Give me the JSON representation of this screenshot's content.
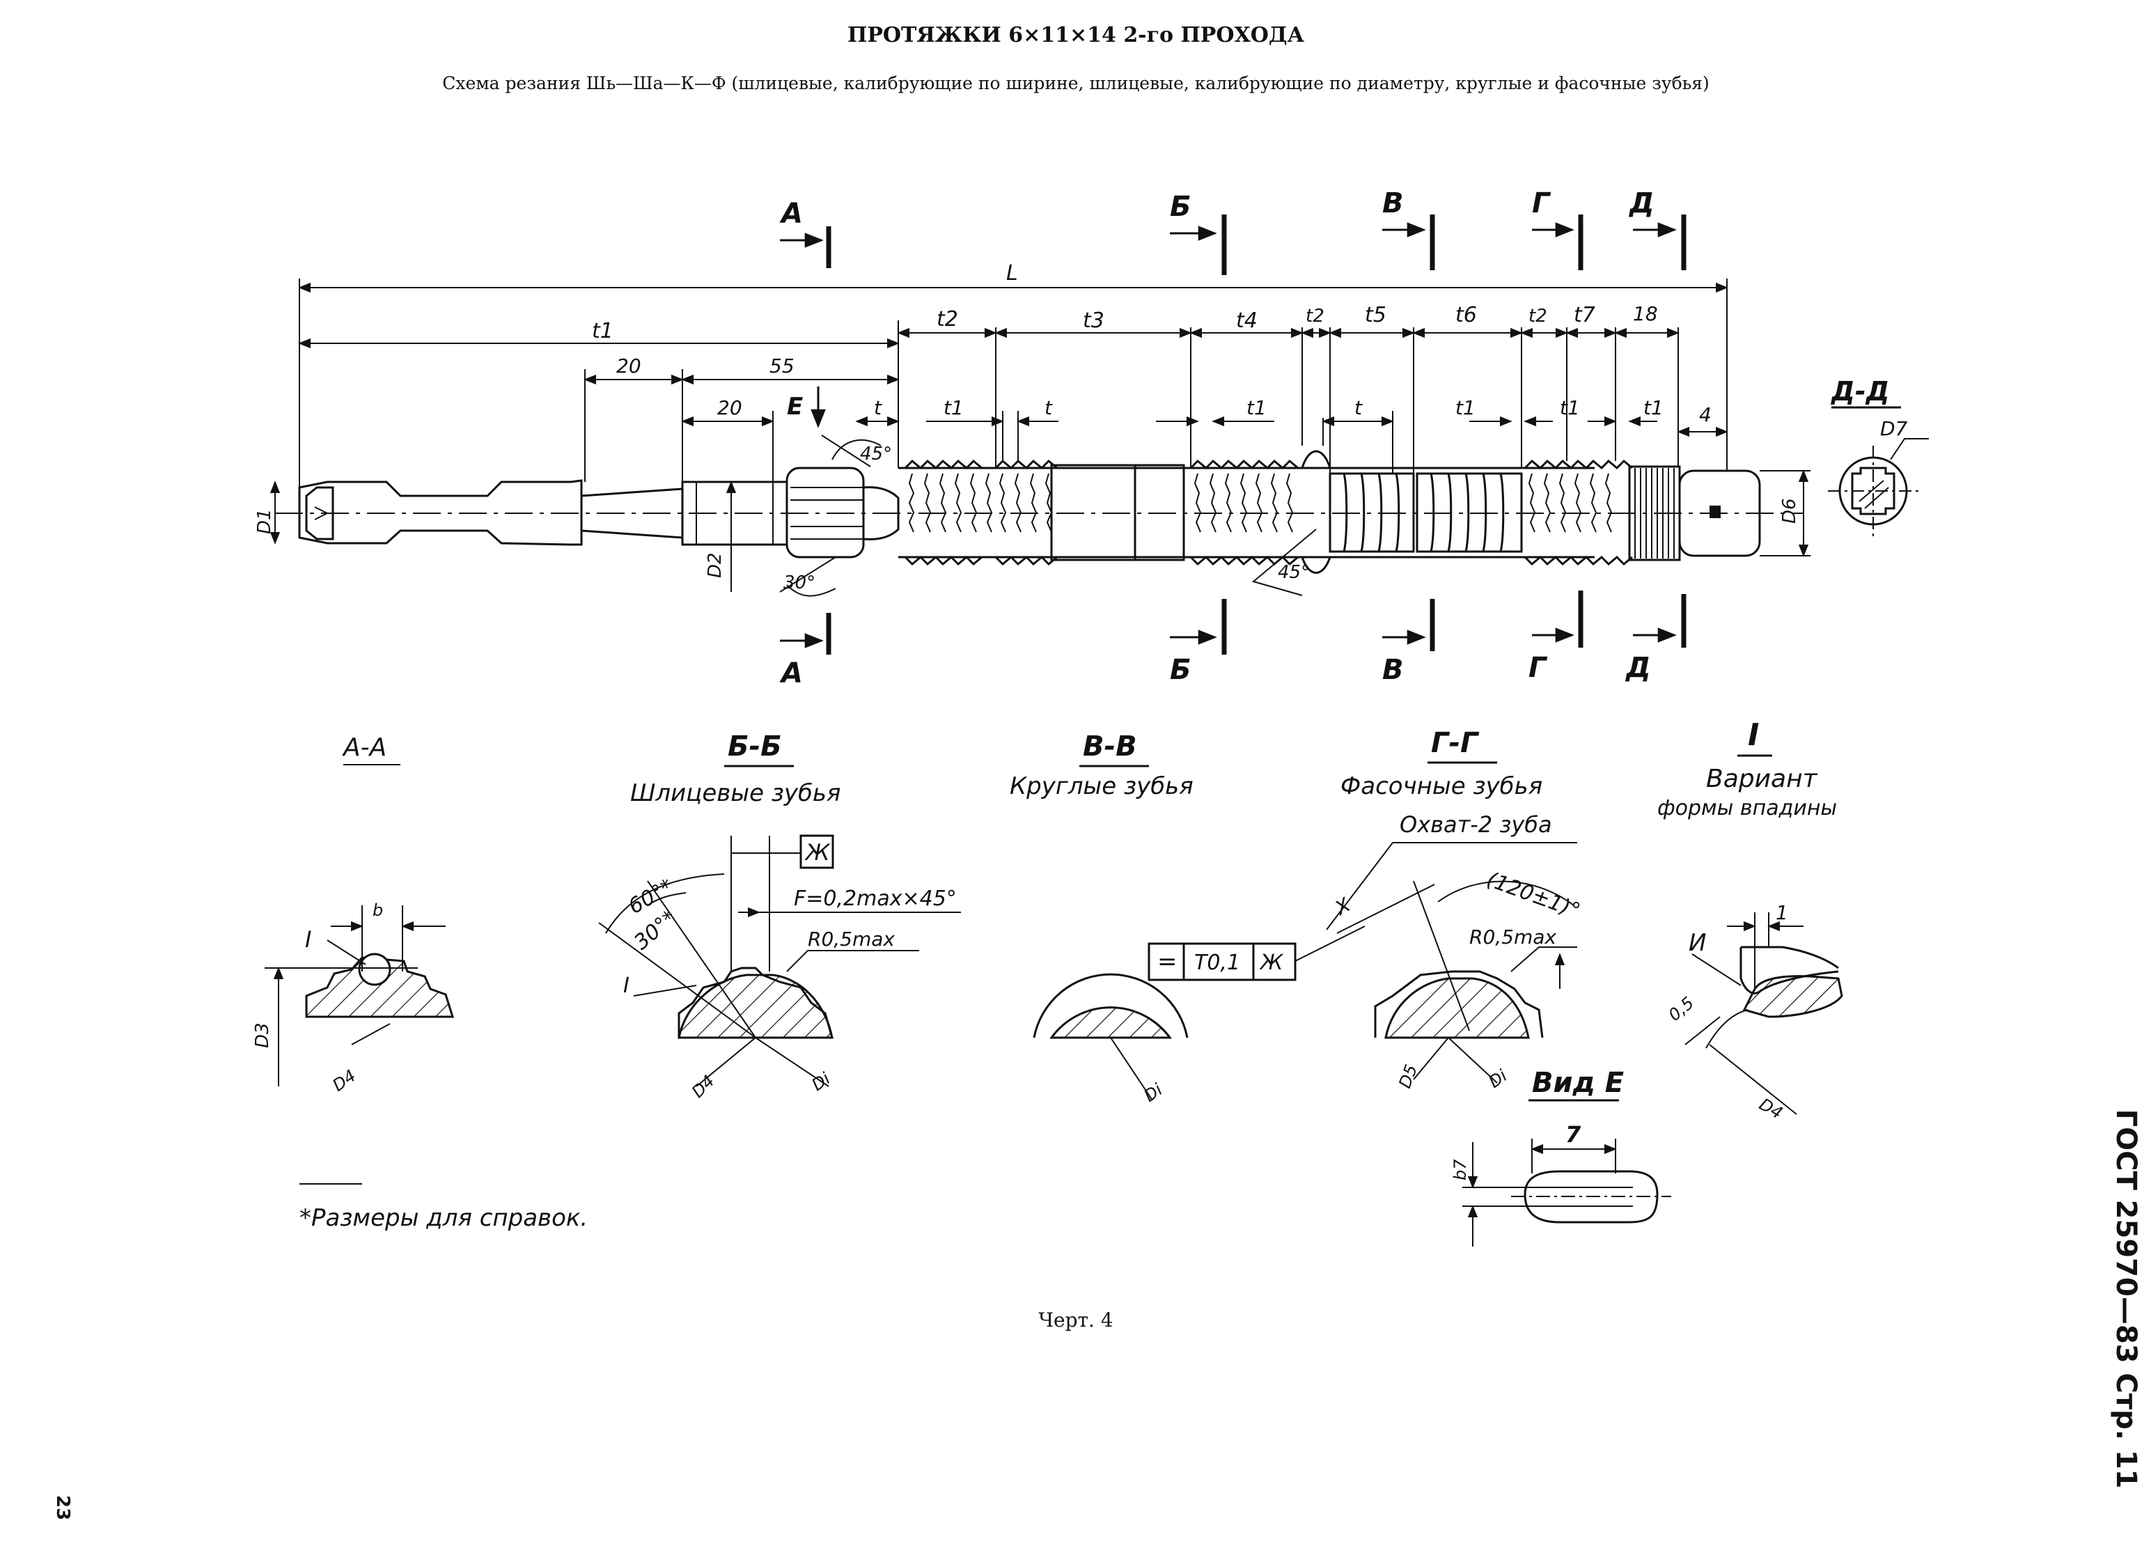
{
  "header": {
    "title": "ПРОТЯЖКИ 6×11×14 2-го ПРОХОДА",
    "subtitle": "Схема резания Шь—Шa—К—Ф (шлицевые, калибрующие по ширине, шлицевые, калибрующие по диаметру, круглые и фасочные зубья)"
  },
  "main_view": {
    "section_marks": [
      "А",
      "Б",
      "В",
      "Г",
      "Д"
    ],
    "overall_length": "L",
    "dims_top": [
      "t1",
      "t2",
      "t3",
      "t4",
      "t2",
      "t5",
      "t6",
      "t2",
      "t7",
      "18"
    ],
    "dims_mid": [
      "20",
      "55",
      "20",
      "t",
      "t1",
      "t",
      "t1",
      "t",
      "t1",
      "t1",
      "t1",
      "4"
    ],
    "view_e": "Е",
    "angles": [
      "45°",
      "30°",
      "45°"
    ],
    "diameters": [
      "D1",
      "D2",
      "D6"
    ]
  },
  "section_dd": {
    "title": "Д-Д",
    "label": "D7"
  },
  "section_aa": {
    "title": "А-А",
    "labels": [
      "I",
      "b",
      "D3",
      "D4"
    ]
  },
  "section_bb": {
    "title": "Б-Б",
    "subtitle": "Шлицевые зубья",
    "tolerance": "Ж",
    "labels": [
      "60°*",
      "30°*",
      "F=0,2max×45°",
      "R0,5max",
      "I",
      "D4",
      "Di"
    ]
  },
  "section_vv": {
    "title": "В-В",
    "subtitle": "Круглые зубья",
    "tolerance": [
      "=",
      "T0,1",
      "Ж"
    ],
    "labels": [
      "Di"
    ]
  },
  "section_gg": {
    "title": "Г-Г",
    "subtitle": "Фасочные зубья",
    "labels": [
      "Охват-2 зуба",
      "(120±1)°",
      "R0,5max",
      "X",
      "D5",
      "Di"
    ]
  },
  "detail_i": {
    "title": "I",
    "subtitle_1": "Вариант",
    "subtitle_2": "формы впадины",
    "labels": [
      "И",
      "1",
      "0,5",
      "D4"
    ]
  },
  "view_e_detail": {
    "title": "Вид Е",
    "labels": [
      "7",
      "b7"
    ]
  },
  "footnote": "*Размеры для справок.",
  "caption": "Черт. 4",
  "side_gost": "ГОСТ 25970—83 Стр. 11",
  "page_number": "23"
}
